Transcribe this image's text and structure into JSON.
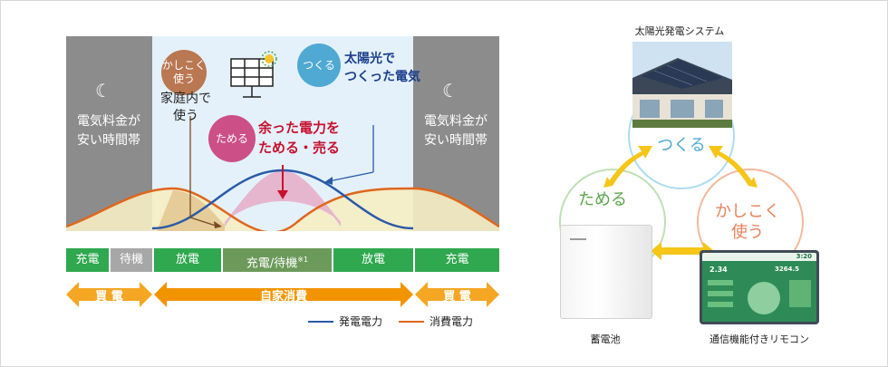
{
  "chart": {
    "night_left": {
      "text_line1": "電気料金が",
      "text_line2": "安い時間帯",
      "icon": "moon-star-icon"
    },
    "night_right": {
      "text_line1": "電気料金が",
      "text_line2": "安い時間帯",
      "icon": "moon-star-icon"
    },
    "bubble_kashikoku": {
      "line1": "かしこく",
      "line2": "使う"
    },
    "bubble_tsukuru": {
      "text": "つくる"
    },
    "bubble_tameru": {
      "text": "ためる"
    },
    "label_home_use": {
      "line1": "家庭内で",
      "line2": "使う"
    },
    "label_solar": {
      "line1": "太陽光で",
      "line2": "つくった電気"
    },
    "label_surplus": {
      "line1": "余った電力を",
      "line2": "ためる・売る"
    },
    "status_bar": [
      "充電",
      "待機",
      "放電",
      "充電/待機",
      "放電",
      "充電"
    ],
    "status_note": "※1",
    "arrows": {
      "buy_left": "買 電",
      "self": "自家消費",
      "buy_right": "買 電"
    },
    "legend": {
      "generation": "発電電力",
      "consumption": "消費電力"
    },
    "colors": {
      "generation": "#2a5aa8",
      "consumption": "#e0661d",
      "tameru": "#cc4f88",
      "tsukuru": "#4fa9d2",
      "kashikoku": "#b97752",
      "accent_red": "#c8102e"
    }
  },
  "system": {
    "title": "太陽光発電システム",
    "node_tsukuru": "つくる",
    "node_tameru": "ためる",
    "node_kashikoku_line1": "かしこく",
    "node_kashikoku_line2": "使う",
    "battery_caption": "蓄電池",
    "remote_caption": "通信機能付きリモコン",
    "remote_screen": {
      "time": "3:20",
      "value1": "2.34",
      "value2": "3264.5"
    }
  }
}
